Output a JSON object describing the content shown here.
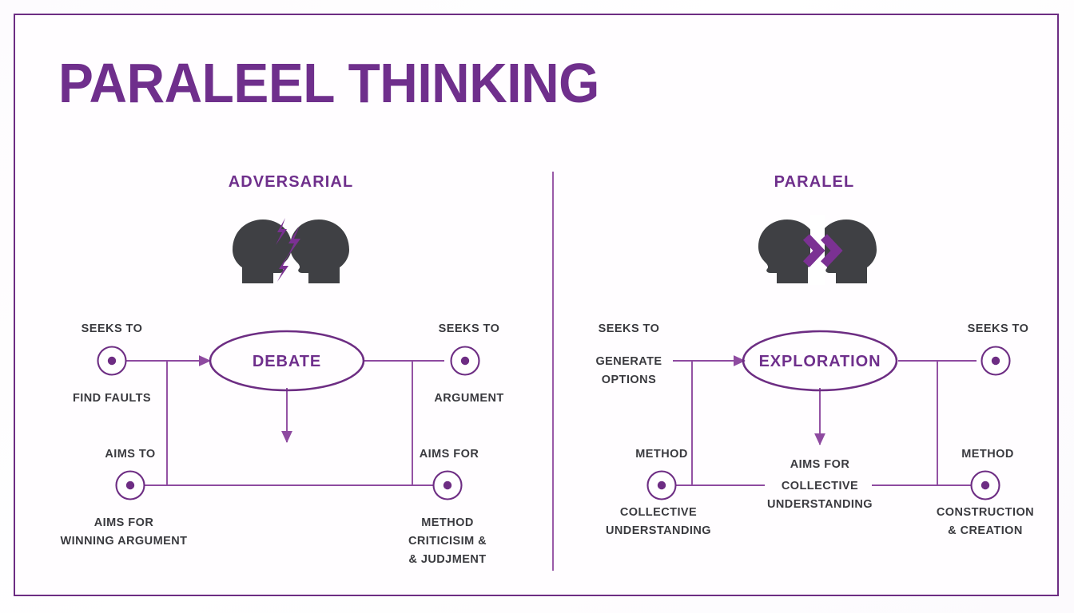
{
  "title": "PARALEEL THINKING",
  "theme": {
    "purple": "#6f2f8c",
    "purple_line": "#8e4aa0",
    "dark_gray": "#3f4044",
    "text_gray": "#3a3a3f",
    "background": "#ffffff",
    "frame_border": "#6d2d83"
  },
  "panels": {
    "left": {
      "heading": "ADVERSARIAL",
      "icon": "two-heads-arguing-icon",
      "center_node": "DEBATE",
      "nodes": {
        "top_left": {
          "above": "SEEKS TO",
          "below": "FIND FAULTS"
        },
        "top_right": {
          "above": "SEEKS TO",
          "below": "ARGUMENT"
        },
        "bottom_left": {
          "above": "AIMS TO",
          "below_line1": "AIMS FOR",
          "below_line2": "WINNING ARGUMENT"
        },
        "bottom_right": {
          "above": "AIMS FOR",
          "below_line1": "METHOD",
          "below_line2": "CRITICISIM &",
          "below_line3": "& JUDJMENT"
        }
      }
    },
    "right": {
      "heading": "PARALEL",
      "icon": "two-heads-aligned-icon",
      "center_node": "EXPLORATION",
      "nodes": {
        "top_left": {
          "above": "SEEKS TO",
          "line1": "GENERATE",
          "line2": "OPTIONS"
        },
        "top_right": {
          "above": "SEEKS TO"
        },
        "bottom_left": {
          "above": "METHOD",
          "below_line1": "COLLECTIVE",
          "below_line2": "UNDERSTANDING"
        },
        "bottom_center": {
          "line1": "AIMS FOR",
          "line2": "COLLECTIVE",
          "line3": "UNDERSTANDING"
        },
        "bottom_right": {
          "above": "METHOD",
          "below_line1": "CONSTRUCTION",
          "below_line2": "& CREATION"
        }
      }
    }
  }
}
